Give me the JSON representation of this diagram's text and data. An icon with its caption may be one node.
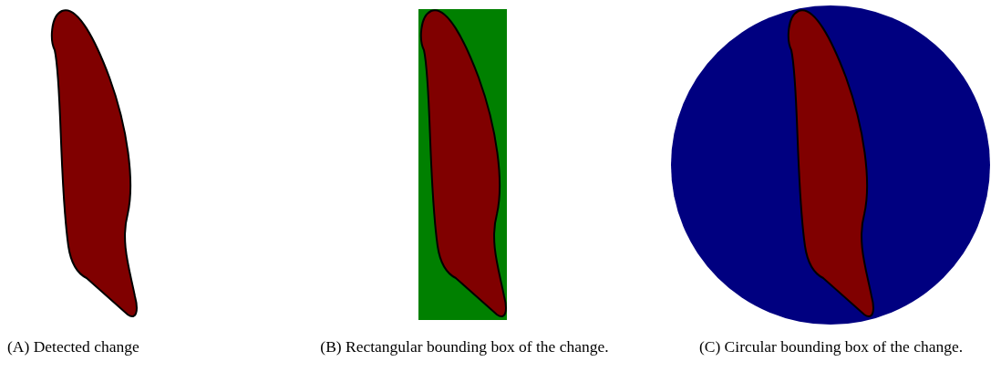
{
  "diagram": {
    "labels": [
      "(A) Detected change",
      "(B) Rectangular bounding box of the change.",
      "(C) Circular bounding box of the change."
    ]
  }
}
